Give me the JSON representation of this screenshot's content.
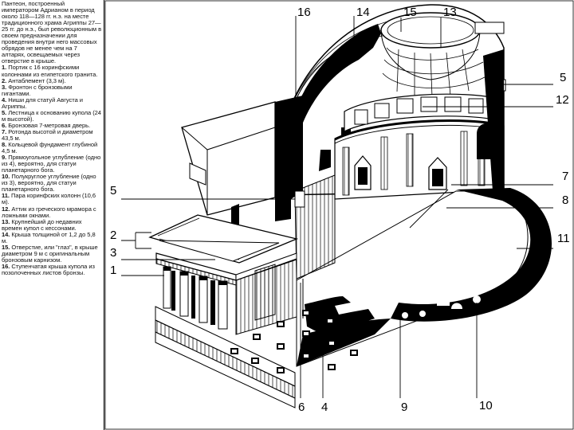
{
  "intro": "Пантеон, построенный императором Адрианом в период около 118—128 гг. н.э. на месте традиционного храма Агриппы 27—25 гг. до н.э., был революционным в своем предназначении для проведения внутри него массовых обрядов не менее чем на 7 алтарях, освещаемых через отверстие в крыше.",
  "legend": [
    {
      "num": "1.",
      "text": "Портик с 16 коринфскими колоннами из египетского гранита."
    },
    {
      "num": "2.",
      "text": "Антаблемент (3,3 м)."
    },
    {
      "num": "3.",
      "text": "Фронтон с бронзовыми гигантами."
    },
    {
      "num": "4.",
      "text": "Ниши для статуй Августа и Агриппы."
    },
    {
      "num": "5.",
      "text": "Лестница к основанию купола (24 м высотой)."
    },
    {
      "num": "6.",
      "text": "Бронзовая 7-метровая дверь."
    },
    {
      "num": "7.",
      "text": "Ротонда высотой и диаметром 43,5 м."
    },
    {
      "num": "8.",
      "text": "Кольцевой фундамент глубиной 4,5 м."
    },
    {
      "num": "9.",
      "text": "Прямоугольное углубление (одно из 4), вероятно, для статуи планетарного бога."
    },
    {
      "num": "10.",
      "text": "Полукруглое углубление (одно из 3), вероятно, для статуи планетарного бога."
    },
    {
      "num": "11.",
      "text": "Пара коринфских колонн (10,6 м)."
    },
    {
      "num": "12.",
      "text": "Аттик из греческого мрамора с ложными окнами."
    },
    {
      "num": "13.",
      "text": "Крупнейший до недавних времен купол с кессонами."
    },
    {
      "num": "14.",
      "text": "Крыша толщиной от 1,2 до 5,8 м."
    },
    {
      "num": "15.",
      "text": "Отверстие, или \"глаз\", в крыше диаметром 9 м с оригинальным бронзовым карнизом."
    },
    {
      "num": "16.",
      "text": "Ступенчатая крыша купола из позолоченных листов бронзы."
    }
  ],
  "callouts": {
    "c16": "16",
    "c14": "14",
    "c15": "15",
    "c13": "13",
    "c5_right": "5",
    "c12": "12",
    "c7": "7",
    "c8": "8",
    "c11": "11",
    "c5_left": "5",
    "c2": "2",
    "c3": "3",
    "c1": "1",
    "c6": "6",
    "c4": "4",
    "c9": "9",
    "c10": "10"
  }
}
